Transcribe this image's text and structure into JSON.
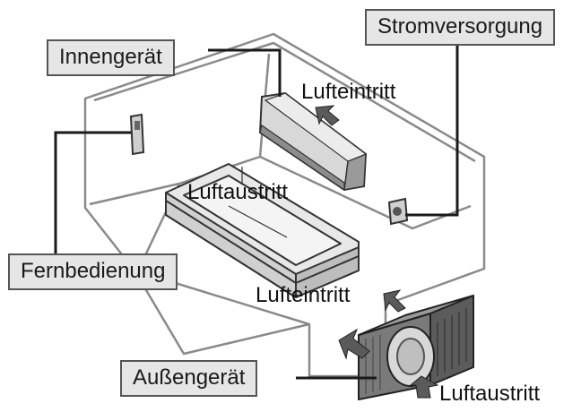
{
  "labels": {
    "indoor_unit": "Innengerät",
    "power_supply": "Stromversorgung",
    "remote_control": "Fernbedienung",
    "outdoor_unit": "Außengerät",
    "air_intake_top": "Lufteintritt",
    "air_outlet_middle": "Luftaustritt",
    "air_intake_bottom": "Lufteintritt",
    "air_outlet_bottom": "Luftaustritt"
  },
  "colors": {
    "callout_fill": "#e6e6e6",
    "callout_border": "#555555",
    "leader_line": "#1a1a1a",
    "room_outline": "#8a8a8a",
    "device_fill": "#d4d4d4",
    "device_shade": "#8c8c8c",
    "outdoor_fill": "#6e6e6e"
  }
}
